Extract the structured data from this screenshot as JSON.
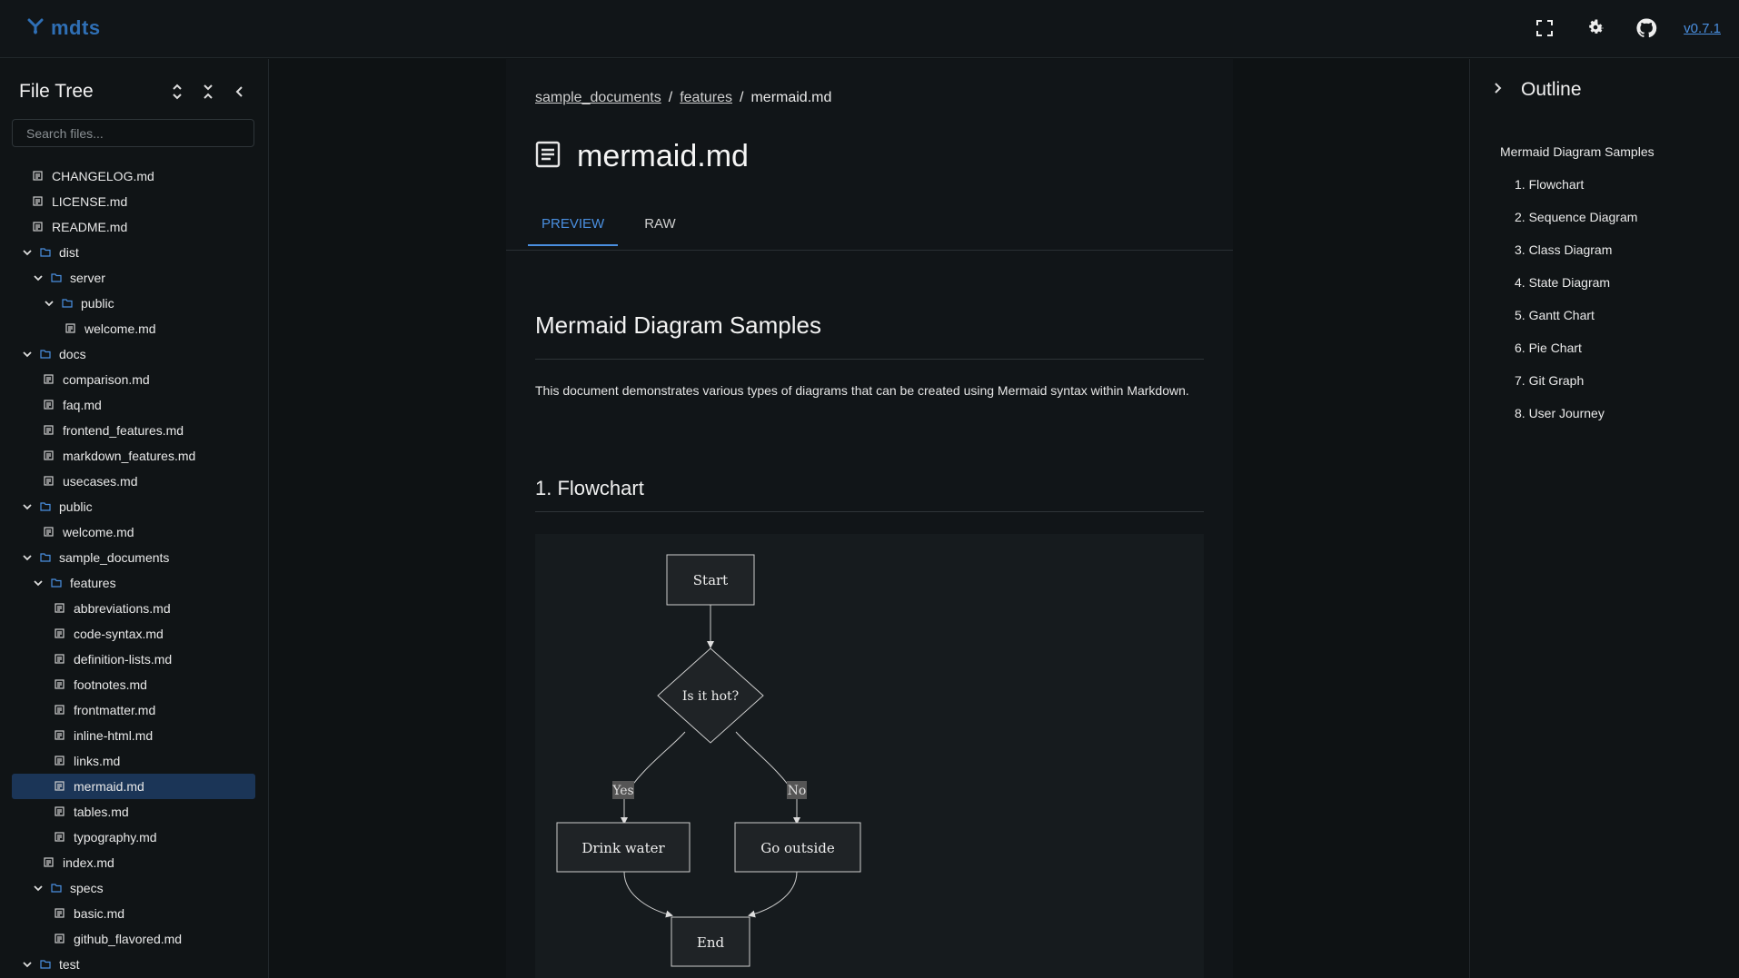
{
  "app": {
    "brand": "mdts",
    "version": "v0.7.1"
  },
  "header_icons": [
    "fullscreen-icon",
    "theme-gear-icon",
    "github-icon"
  ],
  "sidebar": {
    "title": "File Tree",
    "search_placeholder": "Search files...",
    "tree": [
      {
        "label": "CHANGELOG.md",
        "type": "file",
        "depth": 1
      },
      {
        "label": "LICENSE.md",
        "type": "file",
        "depth": 1
      },
      {
        "label": "README.md",
        "type": "file",
        "depth": 1
      },
      {
        "label": "dist",
        "type": "folder",
        "depth": 0
      },
      {
        "label": "server",
        "type": "folder",
        "depth": 1
      },
      {
        "label": "public",
        "type": "folder",
        "depth": 2
      },
      {
        "label": "welcome.md",
        "type": "file",
        "depth": 4
      },
      {
        "label": "docs",
        "type": "folder",
        "depth": 0
      },
      {
        "label": "comparison.md",
        "type": "file",
        "depth": 2
      },
      {
        "label": "faq.md",
        "type": "file",
        "depth": 2
      },
      {
        "label": "frontend_features.md",
        "type": "file",
        "depth": 2
      },
      {
        "label": "markdown_features.md",
        "type": "file",
        "depth": 2
      },
      {
        "label": "usecases.md",
        "type": "file",
        "depth": 2
      },
      {
        "label": "public",
        "type": "folder",
        "depth": 0
      },
      {
        "label": "welcome.md",
        "type": "file",
        "depth": 2
      },
      {
        "label": "sample_documents",
        "type": "folder",
        "depth": 0
      },
      {
        "label": "features",
        "type": "folder",
        "depth": 1
      },
      {
        "label": "abbreviations.md",
        "type": "file",
        "depth": 3
      },
      {
        "label": "code-syntax.md",
        "type": "file",
        "depth": 3
      },
      {
        "label": "definition-lists.md",
        "type": "file",
        "depth": 3
      },
      {
        "label": "footnotes.md",
        "type": "file",
        "depth": 3
      },
      {
        "label": "frontmatter.md",
        "type": "file",
        "depth": 3
      },
      {
        "label": "inline-html.md",
        "type": "file",
        "depth": 3
      },
      {
        "label": "links.md",
        "type": "file",
        "depth": 3
      },
      {
        "label": "mermaid.md",
        "type": "file",
        "depth": 3,
        "selected": true
      },
      {
        "label": "tables.md",
        "type": "file",
        "depth": 3
      },
      {
        "label": "typography.md",
        "type": "file",
        "depth": 3
      },
      {
        "label": "index.md",
        "type": "file",
        "depth": 2
      },
      {
        "label": "specs",
        "type": "folder",
        "depth": 1
      },
      {
        "label": "basic.md",
        "type": "file",
        "depth": 3
      },
      {
        "label": "github_flavored.md",
        "type": "file",
        "depth": 3
      },
      {
        "label": "test",
        "type": "folder",
        "depth": 0
      }
    ]
  },
  "main": {
    "breadcrumb": [
      "sample_documents",
      "features",
      "mermaid.md"
    ],
    "title": "mermaid.md",
    "tabs": [
      {
        "label": "PREVIEW",
        "active": true
      },
      {
        "label": "RAW",
        "active": false
      }
    ],
    "h2": "Mermaid Diagram Samples",
    "paragraph": "This document demonstrates various types of diagrams that can be created using Mermaid syntax within Markdown.",
    "h3": "1. Flowchart",
    "flowchart": {
      "start": "Start",
      "decision": "Is it hot?",
      "yes": "Yes",
      "no": "No",
      "left": "Drink water",
      "right": "Go outside",
      "end": "End"
    }
  },
  "outline": {
    "title": "Outline",
    "items": [
      {
        "label": "Mermaid Diagram Samples",
        "level": 1
      },
      {
        "label": "1. Flowchart",
        "level": 2
      },
      {
        "label": "2. Sequence Diagram",
        "level": 2
      },
      {
        "label": "3. Class Diagram",
        "level": 2
      },
      {
        "label": "4. State Diagram",
        "level": 2
      },
      {
        "label": "5. Gantt Chart",
        "level": 2
      },
      {
        "label": "6. Pie Chart",
        "level": 2
      },
      {
        "label": "7. Git Graph",
        "level": 2
      },
      {
        "label": "8. User Journey",
        "level": 2
      }
    ]
  },
  "colors": {
    "accent": "#4a8fe0",
    "brand": "#2f6fb5",
    "selected_bg": "#1b3557"
  }
}
